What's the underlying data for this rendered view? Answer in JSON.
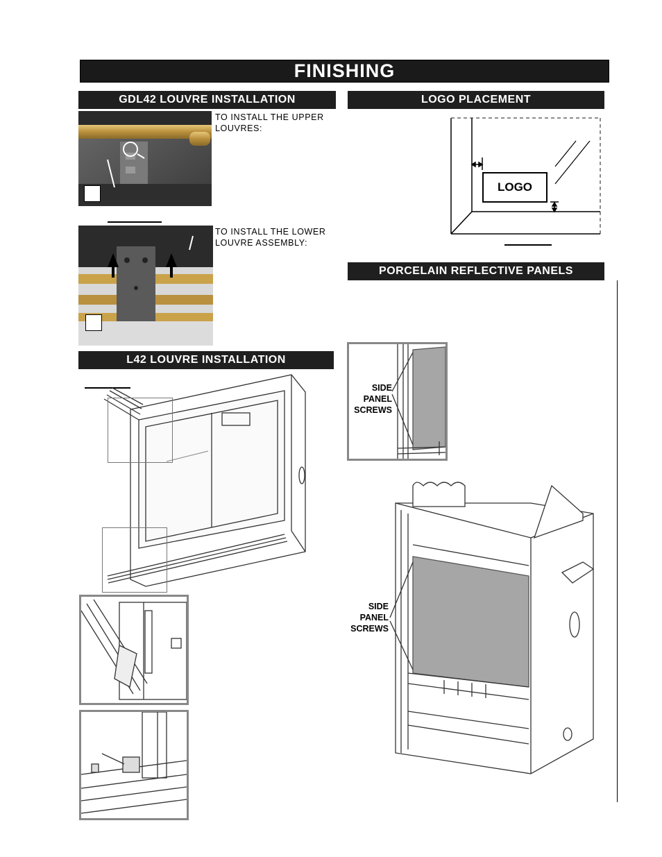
{
  "page": {
    "title": "FINISHING"
  },
  "sections": {
    "gdl42": {
      "heading": "GDL42 LOUVRE INSTALLATION",
      "upper_instruction": "TO INSTALL THE UPPER\nLOUVRES:",
      "lower_instruction": "TO INSTALL THE LOWER\nLOUVRE ASSEMBLY:"
    },
    "logo": {
      "heading": "LOGO PLACEMENT",
      "logo_text": "LOGO"
    },
    "porcelain": {
      "heading": "PORCELAIN REFLECTIVE PANELS",
      "callout_small": "SIDE\nPANEL\nSCREWS",
      "callout_large": "SIDE\nPANEL\nSCREWS"
    },
    "l42": {
      "heading": "L42 LOUVRE INSTALLATION"
    }
  },
  "colors": {
    "bar": "#1f1f1f",
    "brass": "#c9a24a",
    "panel_gray": "#a6a6a6",
    "frame_gray": "#888888"
  }
}
